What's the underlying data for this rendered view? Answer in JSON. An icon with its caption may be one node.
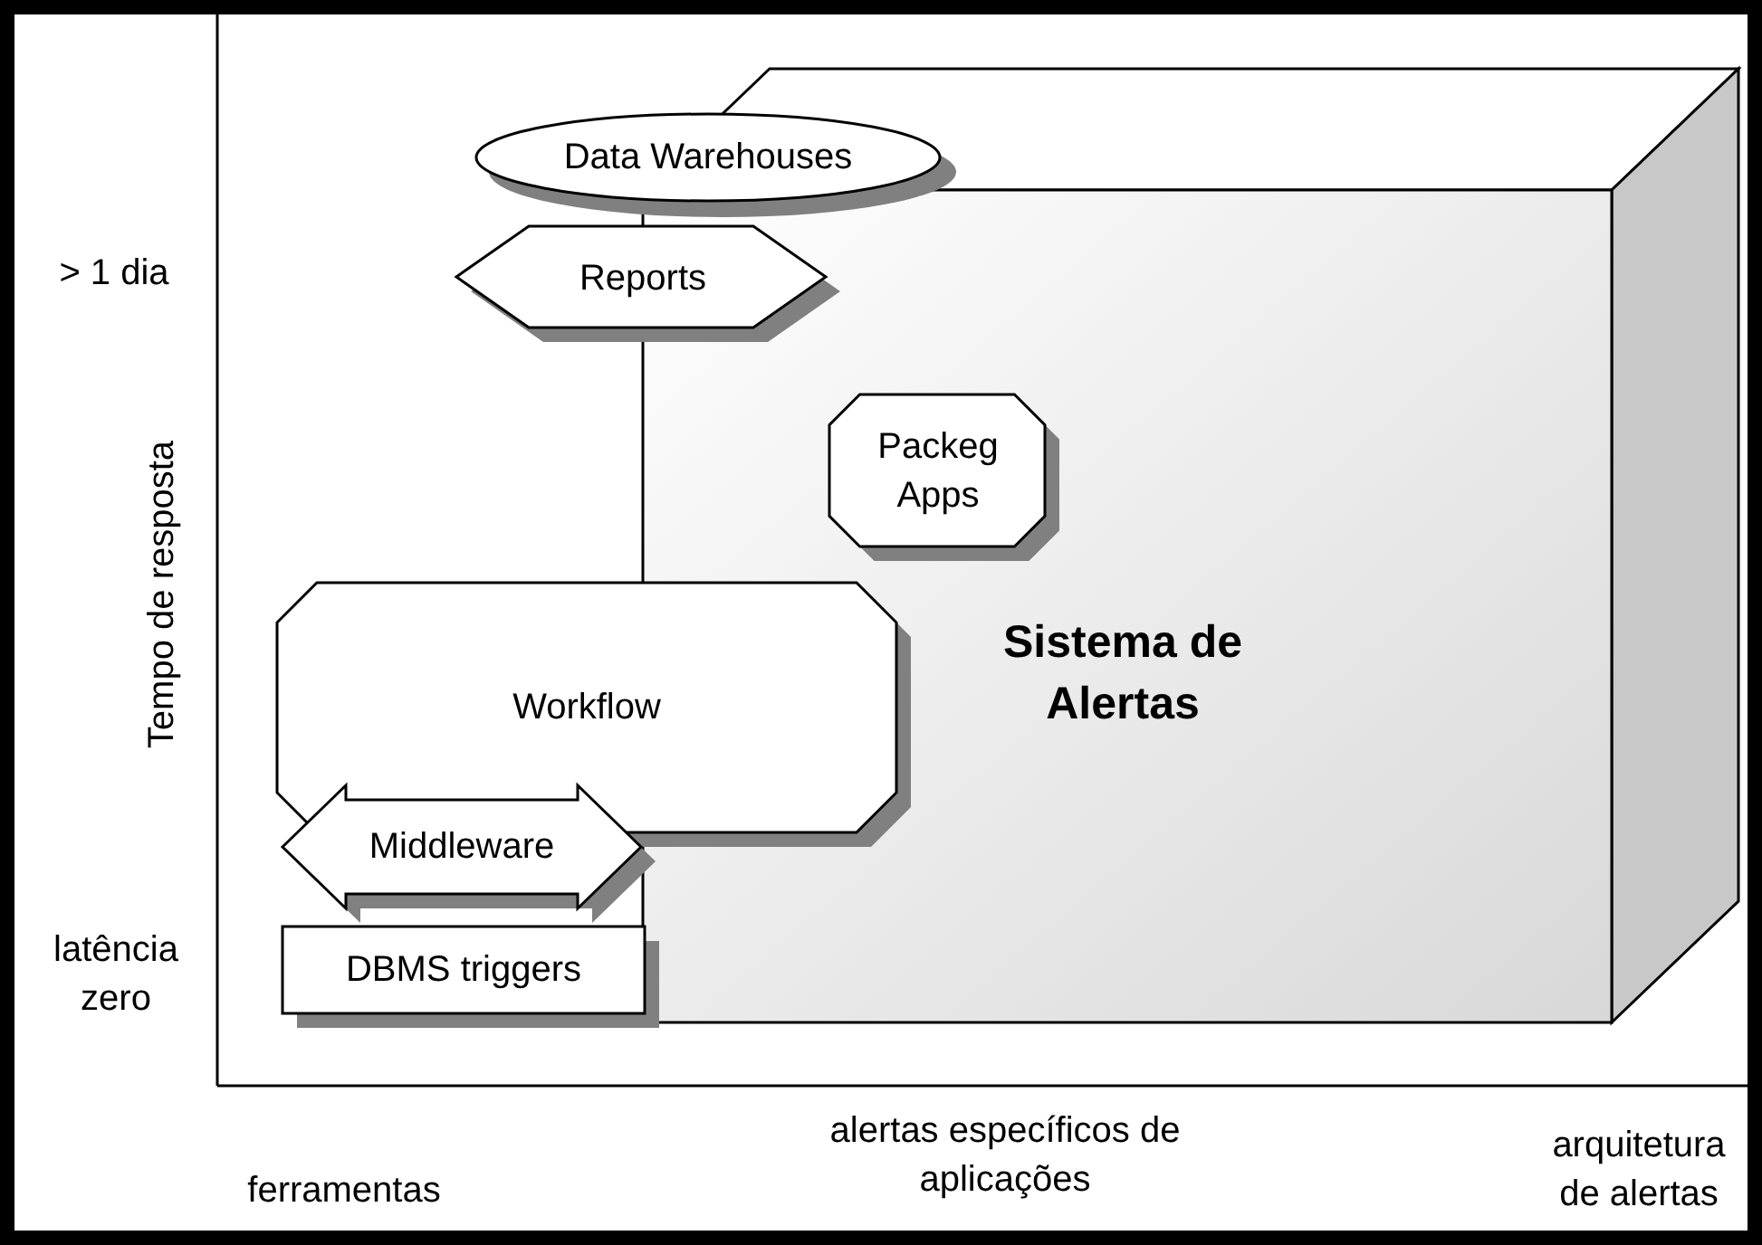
{
  "diagram": {
    "nodes": [
      {
        "text": [
          "Data Warehouses"
        ]
      },
      {
        "text": [
          "Reports"
        ]
      },
      {
        "text": [
          "Sistema de Alertas"
        ]
      },
      {
        "text": [
          "Packeg Apps"
        ],
        "in": 2
      },
      {
        "text": [
          "Workflow"
        ]
      },
      {
        "text": [
          "Middleware"
        ]
      },
      {
        "text": [
          "DBMS triggers"
        ]
      }
    ],
    "labels": [
      "> 1 dia",
      "Tempo de resposta",
      "latência zero",
      "ferramentas",
      "alertas específicos de aplicações",
      "arquitetura de alertas"
    ]
  }
}
